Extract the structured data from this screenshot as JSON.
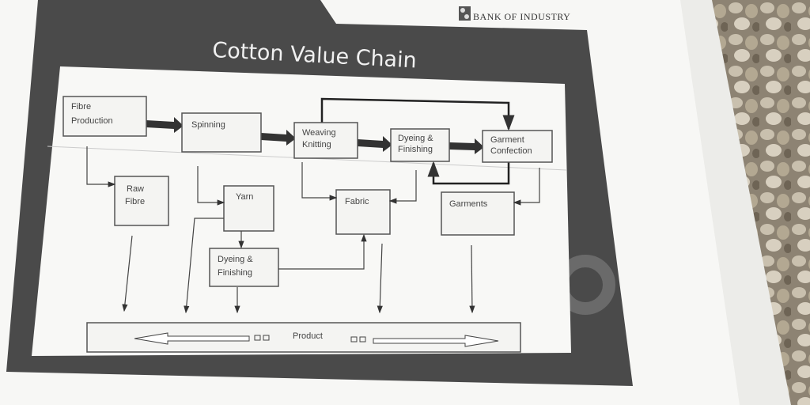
{
  "brand": {
    "name": "BANK OF INDUSTRY"
  },
  "slide": {
    "title": "Cotton Value Chain"
  },
  "diagram": {
    "stages": [
      "Fibre",
      "Production",
      "Spinning",
      "Weaving",
      "Knitting",
      "Dyeing &",
      "Finishing",
      "Garment",
      "Confection"
    ],
    "outputs": [
      "Raw",
      "Fibre",
      "Yarn",
      "Fabric",
      "Garments",
      "Dyeing &",
      "Finishing"
    ],
    "product": "Product"
  },
  "colors": {
    "slide": "#4a4a4a",
    "paper": "#f7f7f5",
    "gravel": "#9a8f7c"
  }
}
